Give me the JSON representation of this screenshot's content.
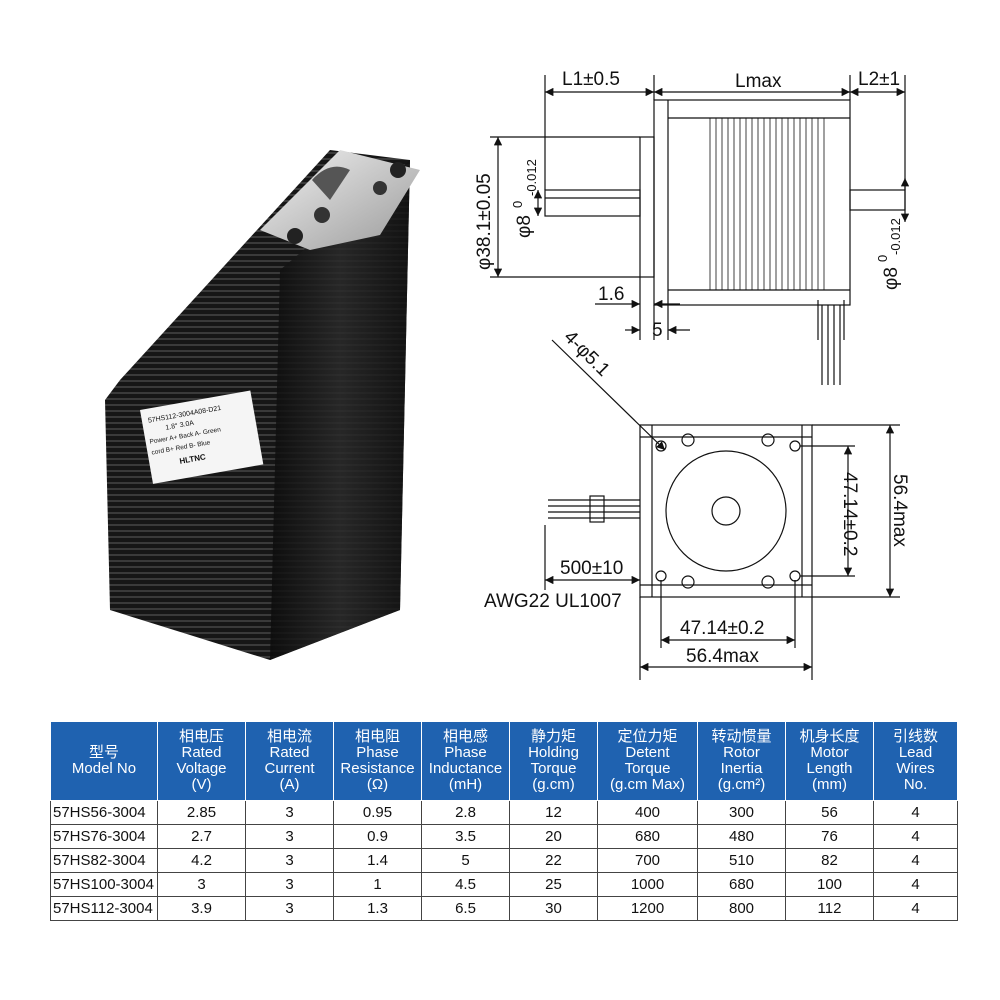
{
  "photo": {
    "label_lines": [
      "57HS112-3004A08-D21",
      "1.8°  3.0A",
      "Power  A+ Back   A- Green",
      "cord   B+ Red     B- Blue",
      "HLTNC"
    ]
  },
  "drawing": {
    "l1": "L1±0.5",
    "lmax": "Lmax",
    "l2": "L2±1",
    "pilot_dia": "φ38.1±0.05",
    "shaft_front": "φ8",
    "shaft_front_tol": "0",
    "shaft_front_tol2": "-0.012",
    "shaft_rear": "φ8",
    "shaft_rear_tol": "0",
    "shaft_rear_tol2": "-0.012",
    "dim_16": "1.6",
    "dim_5": "5",
    "holes": "4-φ5.1",
    "hole_spacing_v": "47.14±0.2",
    "body_v": "56.4max",
    "lead_len": "500±10",
    "wire_spec": "AWG22  UL1007",
    "hole_spacing_h": "47.14±0.2",
    "body_h": "56.4max"
  },
  "table": {
    "headers": [
      {
        "cn": "型号",
        "en": [
          "Model No"
        ]
      },
      {
        "cn": "相电压",
        "en": [
          "Rated",
          "Voltage",
          "(V)"
        ]
      },
      {
        "cn": "相电流",
        "en": [
          "Rated",
          "Current",
          "(A)"
        ]
      },
      {
        "cn": "相电阻",
        "en": [
          "Phase",
          "Resistance",
          "(Ω)"
        ]
      },
      {
        "cn": "相电感",
        "en": [
          "Phase",
          "Inductance",
          "(mH)"
        ]
      },
      {
        "cn": "静力矩",
        "en": [
          "Holding",
          "Torque",
          "(g.cm)"
        ]
      },
      {
        "cn": "定位力矩",
        "en": [
          "Detent",
          "Torque",
          "(g.cm Max)"
        ]
      },
      {
        "cn": "转动惯量",
        "en": [
          "Rotor",
          "Inertia",
          "(g.cm²)"
        ]
      },
      {
        "cn": "机身长度",
        "en": [
          "Motor",
          "Length",
          "(mm)"
        ]
      },
      {
        "cn": "引线数",
        "en": [
          "Lead",
          "Wires",
          "No."
        ]
      }
    ],
    "rows": [
      [
        "57HS56-3004",
        "2.85",
        "3",
        "0.95",
        "2.8",
        "12",
        "400",
        "300",
        "56",
        "4"
      ],
      [
        "57HS76-3004",
        "2.7",
        "3",
        "0.9",
        "3.5",
        "20",
        "680",
        "480",
        "76",
        "4"
      ],
      [
        "57HS82-3004",
        "4.2",
        "3",
        "1.4",
        "5",
        "22",
        "700",
        "510",
        "82",
        "4"
      ],
      [
        "57HS100-3004",
        "3",
        "3",
        "1",
        "4.5",
        "25",
        "1000",
        "680",
        "100",
        "4"
      ],
      [
        "57HS112-3004",
        "3.9",
        "3",
        "1.3",
        "6.5",
        "30",
        "1200",
        "800",
        "112",
        "4"
      ]
    ]
  }
}
